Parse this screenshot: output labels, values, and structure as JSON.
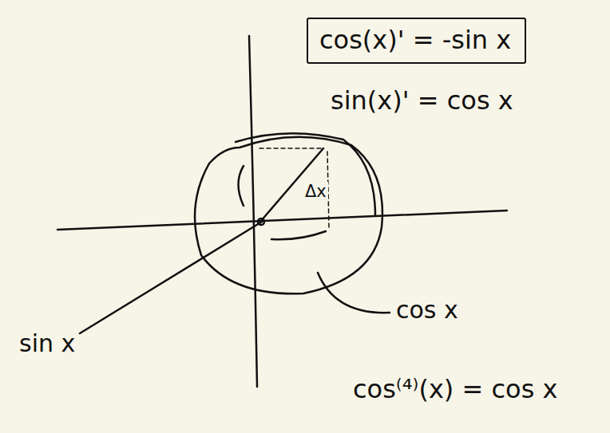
{
  "diagram": {
    "nodes": [
      {
        "text": [
          "cos(x)' = -sin x"
        ]
      }
    ],
    "labels": [
      "sin(x)' = cos x",
      "Δx",
      "cos x",
      "sin x",
      "cos⁽⁴⁾(x) = cos x"
    ]
  }
}
